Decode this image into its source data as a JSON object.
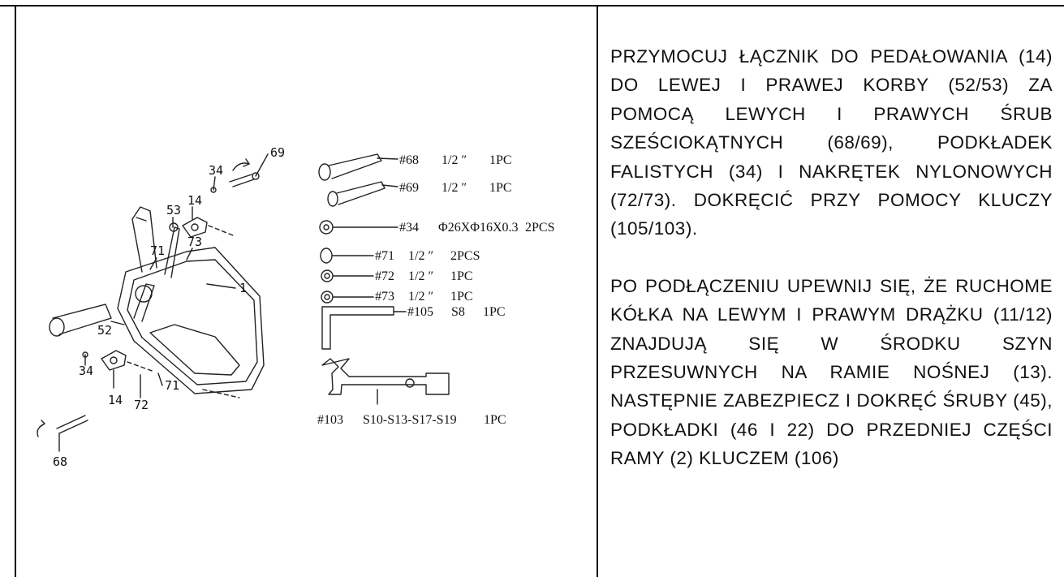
{
  "instructions": {
    "paragraph_1": "PRZYMOCUJ ŁĄCZNIK DO PEDAŁOWANIA (14) DO LEWEJ I PRAWEJ KORBY (52/53) ZA POMOCĄ LEWYCH I PRAWYCH ŚRUB SZEŚCIOKĄTNYCH (68/69), PODKŁADEK FALISTYCH (34) I NAKRĘTEK NYLONOWYCH (72/73). DOKRĘCIĆ PRZY POMOCY KLUCZY (105/103).",
    "paragraph_2": "PO PODŁĄCZENIU UPEWNIJ SIĘ, ŻE RUCHOME KÓŁKA NA LEWYM I PRAWYM DRĄŻKU (11/12) ZNAJDUJĄ SIĘ W ŚRODKU SZYN PRZESUWNYCH NA RAMIE NOŚNEJ (13). NASTĘPNIE ZABEZPIECZ I DOKRĘĆ ŚRUBY (45), PODKŁADKI (46 I 22) DO PRZEDNIEJ CZĘŚCI RAMY (2) KLUCZEM (106)"
  },
  "diagram": {
    "callouts": [
      "69",
      "34",
      "14",
      "53",
      "71",
      "73",
      "1",
      "52",
      "34",
      "14",
      "72",
      "71",
      "68"
    ],
    "parts": [
      {
        "id": "#68",
        "size": "1/2 ″",
        "qty": "1PC"
      },
      {
        "id": "#69",
        "size": "1/2 ″",
        "qty": "1PC"
      },
      {
        "id": "#34",
        "size": "Φ26XΦ16X0.3",
        "qty": "2PCS"
      },
      {
        "id": "#71",
        "size": "1/2 ″",
        "qty": "2PCS"
      },
      {
        "id": "#72",
        "size": "1/2 ″",
        "qty": "1PC"
      },
      {
        "id": "#73",
        "size": "1/2 ″",
        "qty": "1PC"
      },
      {
        "id": "#105",
        "size": "S8",
        "qty": "1PC"
      },
      {
        "id": "#103",
        "size": "S10-S13-S17-S19",
        "qty": "1PC"
      }
    ]
  }
}
